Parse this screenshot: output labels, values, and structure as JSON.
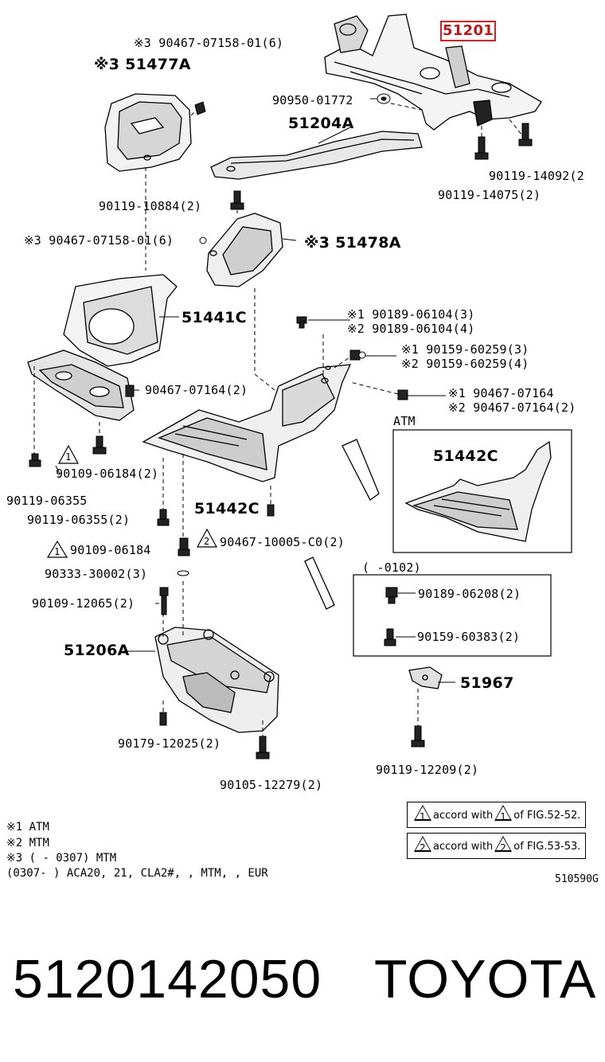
{
  "labels": {
    "p51201": "51201",
    "p51477a": "※3 51477A",
    "p9046707158_top": "※3 90467-07158-01(6)",
    "p9095001772": "90950-01772",
    "p51204a": "51204A",
    "p9011914092": "90119-14092(2",
    "p9011914075": "90119-14075(2)",
    "p9011910884": "90119-10884(2)",
    "p9046707158_mid": "※3 90467-07158-01(6)",
    "p51478a": "※3 51478A",
    "p51441c": "51441C",
    "p9018906104_1": "※1 90189-06104(3)",
    "p9018906104_2": "※2 90189-06104(4)",
    "p9015960259_1": "※1 90159-60259(3)",
    "p9015960259_2": "※2 90159-60259(4)",
    "p9046707164_2": "90467-07164(2)",
    "p9046707164_a": "※1 90467-07164",
    "p9046707164_b": "※2 90467-07164(2)",
    "atm": "ATM",
    "p51442c_atm": "51442C",
    "p9010906184": "90109-06184(2)",
    "p9011906355": "90119-06355",
    "p9011906355_2": "90119-06355(2)",
    "p51442c": "51442C",
    "p9010906184b": "90109-06184",
    "p9046710005": "90467-10005-C0(2)",
    "p9033330002": "90333-30002(3)",
    "range0102": "(      -0102)",
    "p9018906208": "90189-06208(2)",
    "p9010912065": "90109-12065(2)",
    "p9015960383": "90159-60383(2)",
    "p51206a": "51206A",
    "p51967": "51967",
    "p9017912025": "90179-12025(2)",
    "p9011912209": "90119-12209(2)",
    "p9010512279": "90105-12279(2)"
  },
  "triangles": {
    "t1": "1",
    "t2": "2"
  },
  "legend": {
    "l1_text": "accord with",
    "l1_ref": "of FIG.52-52.",
    "l2_text": "accord with",
    "l2_ref": "of FIG.53-53."
  },
  "notes": {
    "n1": "※1 ATM",
    "n2": "※2 MTM",
    "n3": "※3 (      - 0307) MTM",
    "n4": "    (0307-       ) ACA20, 21, CLA2#, , MTM, , EUR"
  },
  "figure_code": "510590G",
  "footer": {
    "part_number": "5120142050",
    "brand": "TOYOTA"
  },
  "colors": {
    "highlight": "#e02020",
    "ink": "#000000",
    "shade": "#1a1a1a"
  }
}
